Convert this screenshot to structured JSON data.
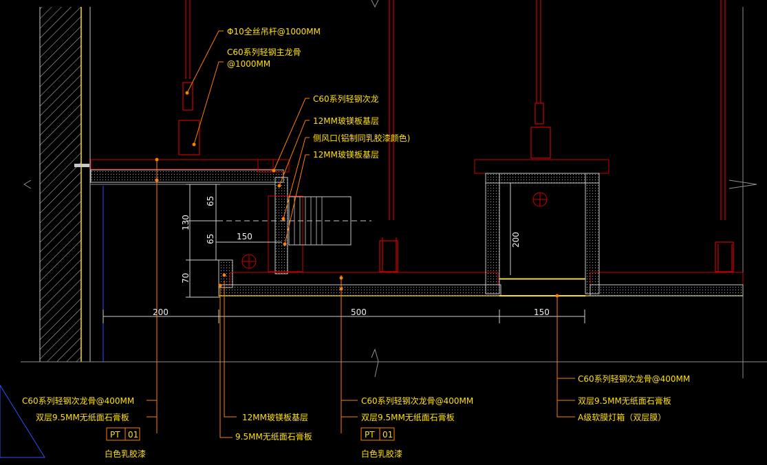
{
  "annotations": {
    "hanger_rod": "Φ10全丝吊杆@1000MM",
    "main_keel_line1": "C60系列轻钢主龙骨",
    "main_keel_line2": "@1000MM",
    "secondary_keel": "C60系列轻钢次龙",
    "mgo_board_top": "12MM玻镁板基层",
    "side_vent": "侧风口(铝制同乳胶漆颜色)",
    "mgo_board_side": "12MM玻镁板基层"
  },
  "dimensions": {
    "d65_top": "65",
    "d130": "130",
    "d65_bottom": "65",
    "d150_vent": "150",
    "d70": "70",
    "d200_box": "200",
    "d200_bottom": "200",
    "d500": "500",
    "d150_bottom": "150"
  },
  "legend_left": {
    "line1": "C60系列轻钢次龙骨@400MM",
    "line2": "双层9.5MM无纸面石膏板",
    "tag_code": "PT",
    "tag_num": "01",
    "finish": "白色乳胶漆"
  },
  "legend_mid_left": {
    "line1": "12MM玻镁板基层",
    "line2": "9.5MM无纸面石膏板"
  },
  "legend_mid": {
    "line1": "C60系列轻钢次龙骨@400MM",
    "line2": "双层9.5MM无纸面石膏板",
    "tag_code": "PT",
    "tag_num": "01",
    "finish": "白色乳胶漆"
  },
  "legend_right": {
    "line1": "C60系列轻钢次龙骨@400MM",
    "line2": "双层9.5MM无纸面石膏板",
    "line3": "A级软膜灯箱（双层膜）"
  },
  "colors": {
    "background": "#000000",
    "annotation_text": "#ffe000",
    "leader": "#ff8000",
    "structure": "#d00000",
    "dimension_text": "#f0f0f0"
  }
}
